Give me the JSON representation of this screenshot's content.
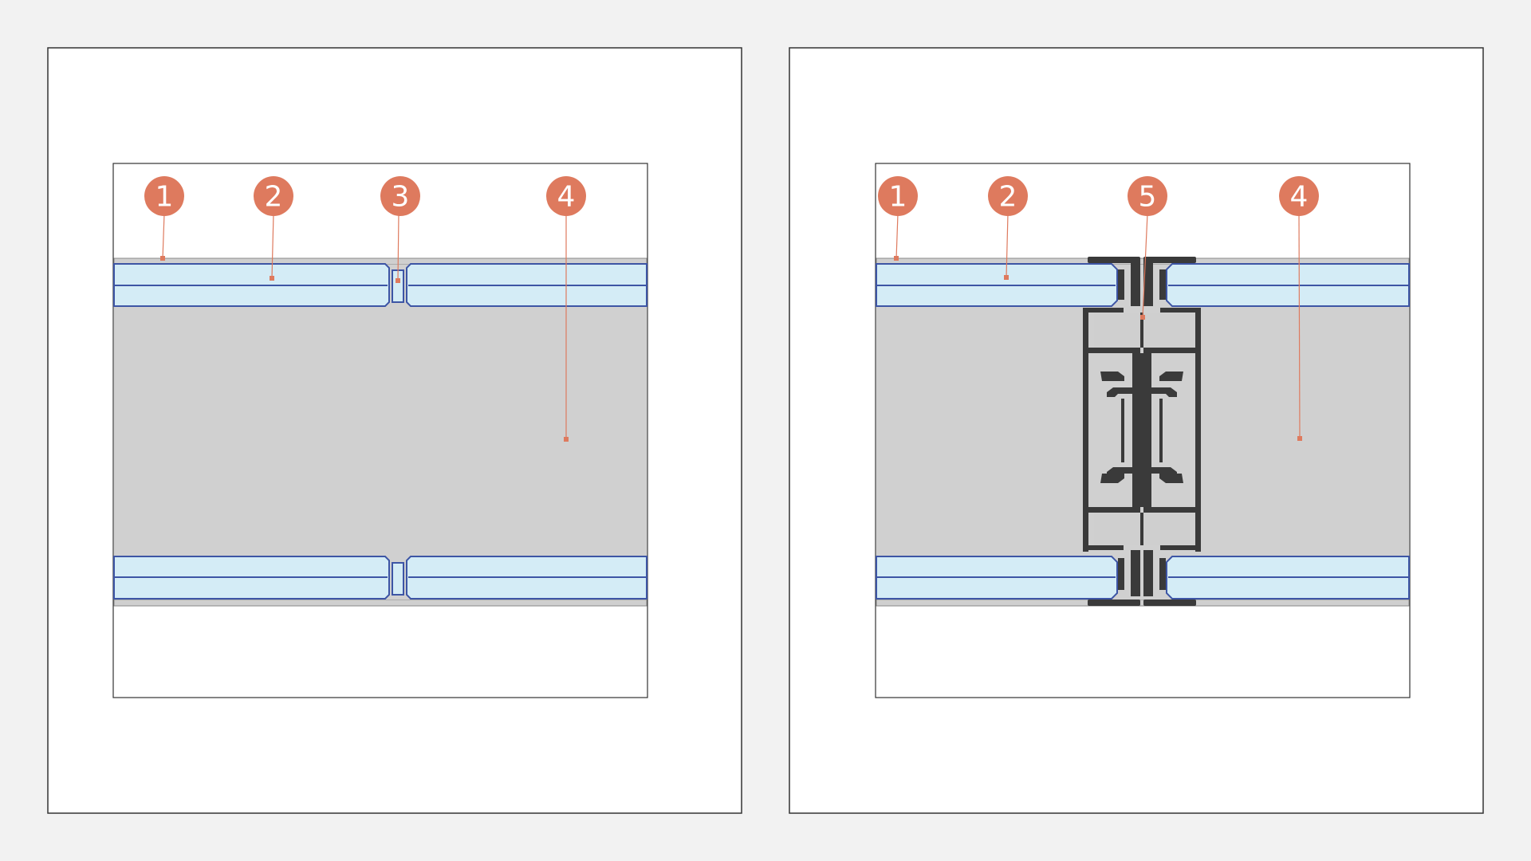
{
  "colors": {
    "page_background": "#f2f2f2",
    "frame_border": "#333333",
    "board_fill": "#d0d0d0",
    "board_edge": "#8a8a8a",
    "panel_fill": "#d4ecf6",
    "panel_edge": "#3d55a5",
    "profile_fill": "#3a3a3a",
    "callout": "#de7a5e"
  },
  "left_detail": {
    "callouts": [
      {
        "label": "1"
      },
      {
        "label": "2"
      },
      {
        "label": "3"
      },
      {
        "label": "4"
      }
    ]
  },
  "right_detail": {
    "callouts": [
      {
        "label": "1"
      },
      {
        "label": "2"
      },
      {
        "label": "5"
      },
      {
        "label": "4"
      }
    ]
  }
}
